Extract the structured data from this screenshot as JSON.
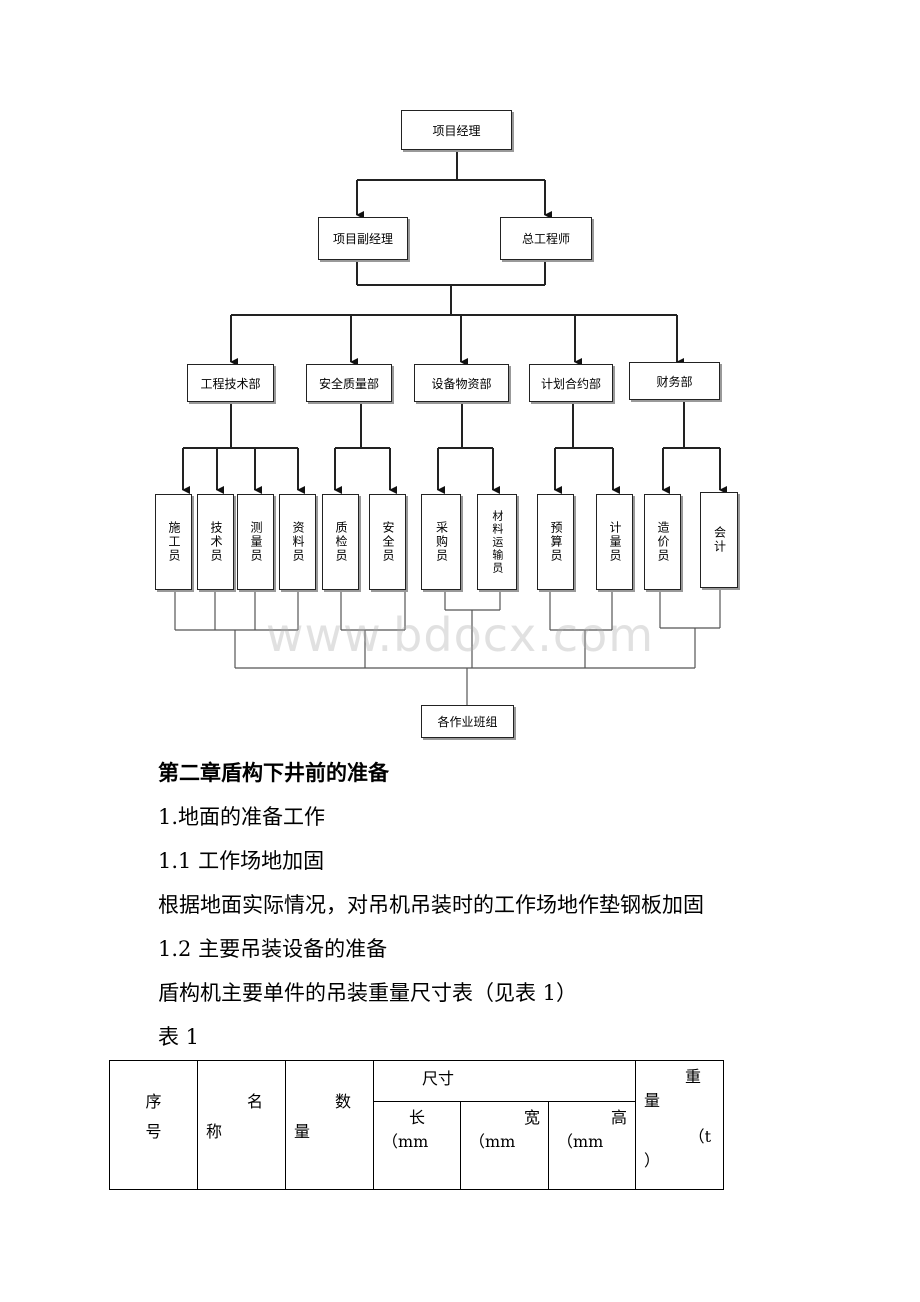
{
  "org_chart": {
    "manager": "项目经理",
    "deputy": "项目副经理",
    "chief_engineer": "总工程师",
    "departments": [
      "工程技术部",
      "安全质量部",
      "设备物资部",
      "计划合约部",
      "财务部"
    ],
    "staff": [
      "施工员",
      "技术员",
      "测量员",
      "资料员",
      "质检员",
      "安全员",
      "采购员",
      "材料运输员",
      "预算员",
      "计量员",
      "造价员",
      "会计"
    ],
    "teams": "各作业班组"
  },
  "watermark": "www.bdocx.com",
  "document": {
    "chapter_title": "第二章盾构下井前的准备",
    "section_1": "1.地面的准备工作",
    "section_1_1": "1.1 工作场地加固",
    "para_1": "根据地面实际情况，对吊机吊装时的工作场地作垫钢板加固",
    "section_1_2": "1.2 主要吊装设备的准备",
    "para_2": "盾构机主要单件的吊装重量尺寸表（见表 1）",
    "table_label": "表 1"
  },
  "table": {
    "seq_a": "序",
    "seq_b": "号",
    "name_a": "名",
    "name_b": "称",
    "qty_a": "数",
    "qty_b": "量",
    "dims": "尺寸",
    "length_a": "长",
    "length_b": "（mm",
    "width_a": "宽",
    "width_b": "（mm",
    "height_a": "高",
    "height_b": "（mm",
    "weight_a": "重",
    "weight_b": "量",
    "weight_c": "（t",
    "weight_d": "）"
  }
}
